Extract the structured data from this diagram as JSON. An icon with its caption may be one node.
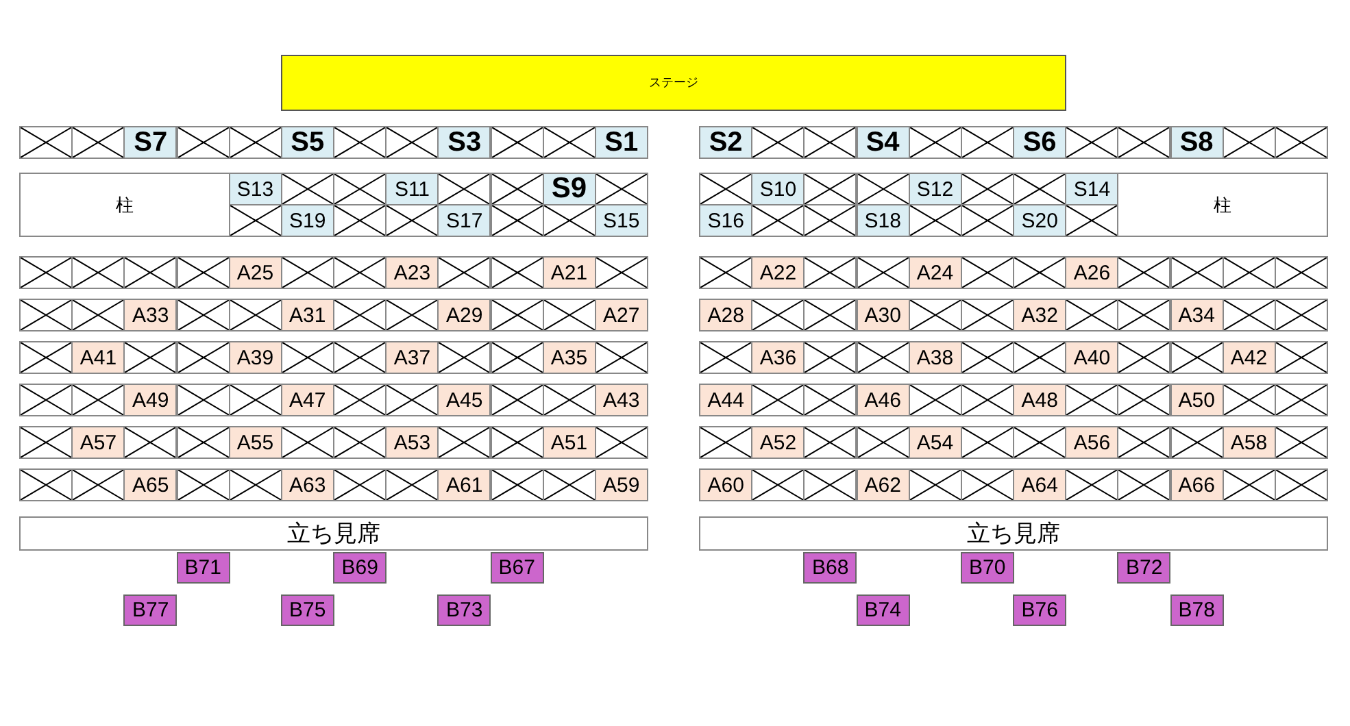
{
  "diagram": {
    "nodes": [
      {
        "text": [
          "ステージ"
        ]
      },
      {
        "text": [],
        "shape": "box"
      },
      {
        "text": [],
        "shape": "box"
      },
      {
        "text": [
          "S7"
        ]
      },
      {
        "text": [],
        "shape": "box"
      },
      {
        "text": [],
        "shape": "box"
      },
      {
        "text": [
          "S5"
        ]
      },
      {
        "text": [],
        "shape": "box"
      },
      {
        "text": [],
        "shape": "box"
      },
      {
        "text": [
          "S3"
        ]
      },
      {
        "text": [],
        "shape": "box"
      },
      {
        "text": [],
        "shape": "box"
      },
      {
        "text": [
          "S1"
        ]
      },
      {
        "text": [
          "S2"
        ]
      },
      {
        "text": [],
        "shape": "box"
      },
      {
        "text": [],
        "shape": "box"
      },
      {
        "text": [
          "S4"
        ]
      },
      {
        "text": [],
        "shape": "box"
      },
      {
        "text": [],
        "shape": "box"
      },
      {
        "text": [
          "S6"
        ]
      },
      {
        "text": [],
        "shape": "box"
      },
      {
        "text": [],
        "shape": "box"
      },
      {
        "text": [
          "S8"
        ]
      },
      {
        "text": [],
        "shape": "box"
      },
      {
        "text": [],
        "shape": "box"
      },
      {
        "text": [
          "柱"
        ]
      },
      {
        "text": [
          "S13"
        ]
      },
      {
        "text": [],
        "shape": "box"
      },
      {
        "text": [],
        "shape": "box"
      },
      {
        "text": [
          "S11"
        ]
      },
      {
        "text": [],
        "shape": "box"
      },
      {
        "text": [],
        "shape": "box"
      },
      {
        "text": [
          "S9"
        ]
      },
      {
        "text": [],
        "shape": "box"
      },
      {
        "text": [],
        "shape": "box"
      },
      {
        "text": [
          "S19"
        ]
      },
      {
        "text": [],
        "shape": "box"
      },
      {
        "text": [],
        "shape": "box"
      },
      {
        "text": [
          "S17"
        ]
      },
      {
        "text": [],
        "shape": "box"
      },
      {
        "text": [],
        "shape": "box"
      },
      {
        "text": [
          "S15"
        ]
      },
      {
        "text": [],
        "shape": "box"
      },
      {
        "text": [
          "S10"
        ]
      },
      {
        "text": [],
        "shape": "box"
      },
      {
        "text": [],
        "shape": "box"
      },
      {
        "text": [
          "S12"
        ]
      },
      {
        "text": [],
        "shape": "box"
      },
      {
        "text": [],
        "shape": "box"
      },
      {
        "text": [
          "S14"
        ]
      },
      {
        "text": [
          "S16"
        ]
      },
      {
        "text": [],
        "shape": "box"
      },
      {
        "text": [],
        "shape": "box"
      },
      {
        "text": [
          "S18"
        ]
      },
      {
        "text": [],
        "shape": "box"
      },
      {
        "text": [],
        "shape": "box"
      },
      {
        "text": [
          "S20"
        ]
      },
      {
        "text": [],
        "shape": "box"
      },
      {
        "text": [
          "柱"
        ]
      },
      {
        "text": [],
        "shape": "box"
      },
      {
        "text": [],
        "shape": "box"
      },
      {
        "text": [],
        "shape": "box"
      },
      {
        "text": [],
        "shape": "box"
      },
      {
        "text": [
          "A25"
        ]
      },
      {
        "text": [],
        "shape": "box"
      },
      {
        "text": [],
        "shape": "box"
      },
      {
        "text": [
          "A23"
        ]
      },
      {
        "text": [],
        "shape": "box"
      },
      {
        "text": [],
        "shape": "box"
      },
      {
        "text": [
          "A21"
        ]
      },
      {
        "text": [],
        "shape": "box"
      },
      {
        "text": [],
        "shape": "box"
      },
      {
        "text": [
          "A22"
        ]
      },
      {
        "text": [],
        "shape": "box"
      },
      {
        "text": [],
        "shape": "box"
      },
      {
        "text": [
          "A24"
        ]
      },
      {
        "text": [],
        "shape": "box"
      },
      {
        "text": [],
        "shape": "box"
      },
      {
        "text": [
          "A26"
        ]
      },
      {
        "text": [],
        "shape": "box"
      },
      {
        "text": [],
        "shape": "box"
      },
      {
        "text": [],
        "shape": "box"
      },
      {
        "text": [],
        "shape": "box"
      },
      {
        "text": [],
        "shape": "box"
      },
      {
        "text": [],
        "shape": "box"
      },
      {
        "text": [
          "A33"
        ]
      },
      {
        "text": [],
        "shape": "box"
      },
      {
        "text": [],
        "shape": "box"
      },
      {
        "text": [
          "A31"
        ]
      },
      {
        "text": [],
        "shape": "box"
      },
      {
        "text": [],
        "shape": "box"
      },
      {
        "text": [
          "A29"
        ]
      },
      {
        "text": [],
        "shape": "box"
      },
      {
        "text": [],
        "shape": "box"
      },
      {
        "text": [
          "A27"
        ]
      },
      {
        "text": [
          "A28"
        ]
      },
      {
        "text": [],
        "shape": "box"
      },
      {
        "text": [],
        "shape": "box"
      },
      {
        "text": [
          "A30"
        ]
      },
      {
        "text": [],
        "shape": "box"
      },
      {
        "text": [],
        "shape": "box"
      },
      {
        "text": [
          "A32"
        ]
      },
      {
        "text": [],
        "shape": "box"
      },
      {
        "text": [],
        "shape": "box"
      },
      {
        "text": [
          "A34"
        ]
      },
      {
        "text": [],
        "shape": "box"
      },
      {
        "text": [],
        "shape": "box"
      },
      {
        "text": [],
        "shape": "box"
      },
      {
        "text": [
          "A41"
        ]
      },
      {
        "text": [],
        "shape": "box"
      },
      {
        "text": [],
        "shape": "box"
      },
      {
        "text": [
          "A39"
        ]
      },
      {
        "text": [],
        "shape": "box"
      },
      {
        "text": [],
        "shape": "box"
      },
      {
        "text": [
          "A37"
        ]
      },
      {
        "text": [],
        "shape": "box"
      },
      {
        "text": [],
        "shape": "box"
      },
      {
        "text": [
          "A35"
        ]
      },
      {
        "text": [],
        "shape": "box"
      },
      {
        "text": [],
        "shape": "box"
      },
      {
        "text": [
          "A36"
        ]
      },
      {
        "text": [],
        "shape": "box"
      },
      {
        "text": [],
        "shape": "box"
      },
      {
        "text": [
          "A38"
        ]
      },
      {
        "text": [],
        "shape": "box"
      },
      {
        "text": [],
        "shape": "box"
      },
      {
        "text": [
          "A40"
        ]
      },
      {
        "text": [],
        "shape": "box"
      },
      {
        "text": [],
        "shape": "box"
      },
      {
        "text": [
          "A42"
        ]
      },
      {
        "text": [],
        "shape": "box"
      },
      {
        "text": [],
        "shape": "box"
      },
      {
        "text": [],
        "shape": "box"
      },
      {
        "text": [
          "A49"
        ]
      },
      {
        "text": [],
        "shape": "box"
      },
      {
        "text": [],
        "shape": "box"
      },
      {
        "text": [
          "A47"
        ]
      },
      {
        "text": [],
        "shape": "box"
      },
      {
        "text": [],
        "shape": "box"
      },
      {
        "text": [
          "A45"
        ]
      },
      {
        "text": [],
        "shape": "box"
      },
      {
        "text": [],
        "shape": "box"
      },
      {
        "text": [
          "A43"
        ]
      },
      {
        "text": [
          "A44"
        ]
      },
      {
        "text": [],
        "shape": "box"
      },
      {
        "text": [],
        "shape": "box"
      },
      {
        "text": [
          "A46"
        ]
      },
      {
        "text": [],
        "shape": "box"
      },
      {
        "text": [],
        "shape": "box"
      },
      {
        "text": [
          "A48"
        ]
      },
      {
        "text": [],
        "shape": "box"
      },
      {
        "text": [],
        "shape": "box"
      },
      {
        "text": [
          "A50"
        ]
      },
      {
        "text": [],
        "shape": "box"
      },
      {
        "text": [],
        "shape": "box"
      },
      {
        "text": [],
        "shape": "box"
      },
      {
        "text": [
          "A57"
        ]
      },
      {
        "text": [],
        "shape": "box"
      },
      {
        "text": [],
        "shape": "box"
      },
      {
        "text": [
          "A55"
        ]
      },
      {
        "text": [],
        "shape": "box"
      },
      {
        "text": [],
        "shape": "box"
      },
      {
        "text": [
          "A53"
        ]
      },
      {
        "text": [],
        "shape": "box"
      },
      {
        "text": [],
        "shape": "box"
      },
      {
        "text": [
          "A51"
        ]
      },
      {
        "text": [],
        "shape": "box"
      },
      {
        "text": [],
        "shape": "box"
      },
      {
        "text": [
          "A52"
        ]
      },
      {
        "text": [],
        "shape": "box"
      },
      {
        "text": [],
        "shape": "box"
      },
      {
        "text": [
          "A54"
        ]
      },
      {
        "text": [],
        "shape": "box"
      },
      {
        "text": [],
        "shape": "box"
      },
      {
        "text": [
          "A56"
        ]
      },
      {
        "text": [],
        "shape": "box"
      },
      {
        "text": [],
        "shape": "box"
      },
      {
        "text": [
          "A58"
        ]
      },
      {
        "text": [],
        "shape": "box"
      },
      {
        "text": [],
        "shape": "box"
      },
      {
        "text": [],
        "shape": "box"
      },
      {
        "text": [
          "A65"
        ]
      },
      {
        "text": [],
        "shape": "box"
      },
      {
        "text": [],
        "shape": "box"
      },
      {
        "text": [
          "A63"
        ]
      },
      {
        "text": [],
        "shape": "box"
      },
      {
        "text": [],
        "shape": "box"
      },
      {
        "text": [
          "A61"
        ]
      },
      {
        "text": [],
        "shape": "box"
      },
      {
        "text": [],
        "shape": "box"
      },
      {
        "text": [
          "A59"
        ]
      },
      {
        "text": [
          "A60"
        ]
      },
      {
        "text": [],
        "shape": "box"
      },
      {
        "text": [],
        "shape": "box"
      },
      {
        "text": [
          "A62"
        ]
      },
      {
        "text": [],
        "shape": "box"
      },
      {
        "text": [],
        "shape": "box"
      },
      {
        "text": [
          "A64"
        ]
      },
      {
        "text": [],
        "shape": "box"
      },
      {
        "text": [],
        "shape": "box"
      },
      {
        "text": [
          "A66"
        ]
      },
      {
        "text": [],
        "shape": "box"
      },
      {
        "text": [],
        "shape": "box"
      },
      {
        "text": [
          "立ち見席"
        ]
      },
      {
        "text": [
          "立ち見席"
        ]
      },
      {
        "text": [
          "B71"
        ]
      },
      {
        "text": [
          "B69"
        ]
      },
      {
        "text": [
          "B67"
        ]
      },
      {
        "text": [
          "B68"
        ]
      },
      {
        "text": [
          "B70"
        ]
      },
      {
        "text": [
          "B72"
        ]
      },
      {
        "text": [
          "B77"
        ]
      },
      {
        "text": [
          "B75"
        ]
      },
      {
        "text": [
          "B73"
        ]
      },
      {
        "text": [
          "B74"
        ]
      },
      {
        "text": [
          "B76"
        ]
      },
      {
        "text": [
          "B78"
        ]
      }
    ]
  }
}
